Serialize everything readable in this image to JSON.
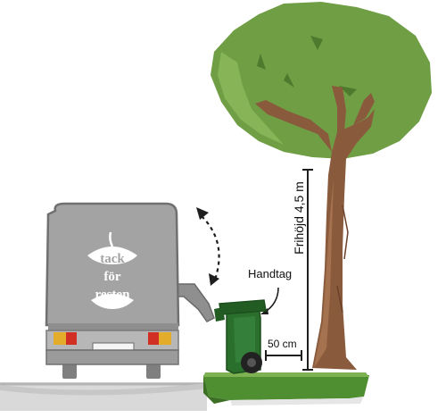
{
  "labels": {
    "handle": "Handtag",
    "clearance_height": "Frihöjd 4,5 m",
    "distance": "50 cm"
  },
  "truck_logo": {
    "line1": "tack",
    "line2": "för",
    "line3": "resten"
  },
  "colors": {
    "truck_body": "#a3a3a3",
    "truck_outline": "#707070",
    "bin": "#2b6f2c",
    "tree_crown": "#76a349",
    "trunk": "#8a5a3c",
    "grass": "#4f8f32",
    "road": "#d6d6d6"
  }
}
